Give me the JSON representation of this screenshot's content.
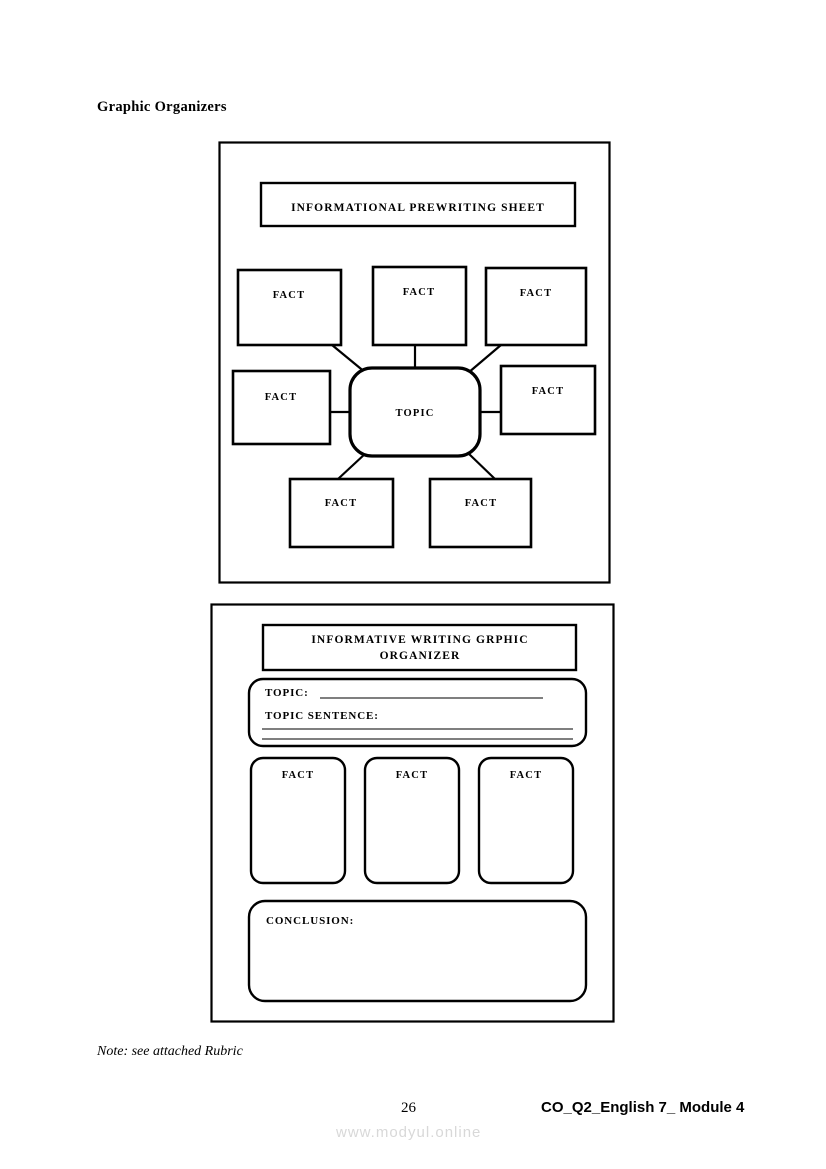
{
  "page": {
    "title": "Graphic Organizers",
    "note": "Note: see attached Rubric",
    "page_number": "26",
    "footer_module": "CO_Q2_English 7_ Module 4",
    "watermark": "www.modyul.online"
  },
  "organizer_one": {
    "heading": "INFORMATIONAL PREWRITING SHEET",
    "center_label": "TOPIC",
    "facts": [
      {
        "label": "FACT"
      },
      {
        "label": "FACT"
      },
      {
        "label": "FACT"
      },
      {
        "label": "FACT"
      },
      {
        "label": "FACT"
      },
      {
        "label": "FACT"
      },
      {
        "label": "FACT"
      }
    ]
  },
  "organizer_two": {
    "heading_line1": "INFORMATIVE WRITING GRPHIC",
    "heading_line2": "ORGANIZER",
    "topic_label": "TOPIC:",
    "topic_sentence_label": "TOPIC SENTENCE:",
    "conclusion_label": "CONCLUSION:",
    "facts": [
      {
        "label": "FACT"
      },
      {
        "label": "FACT"
      },
      {
        "label": "FACT"
      }
    ]
  }
}
